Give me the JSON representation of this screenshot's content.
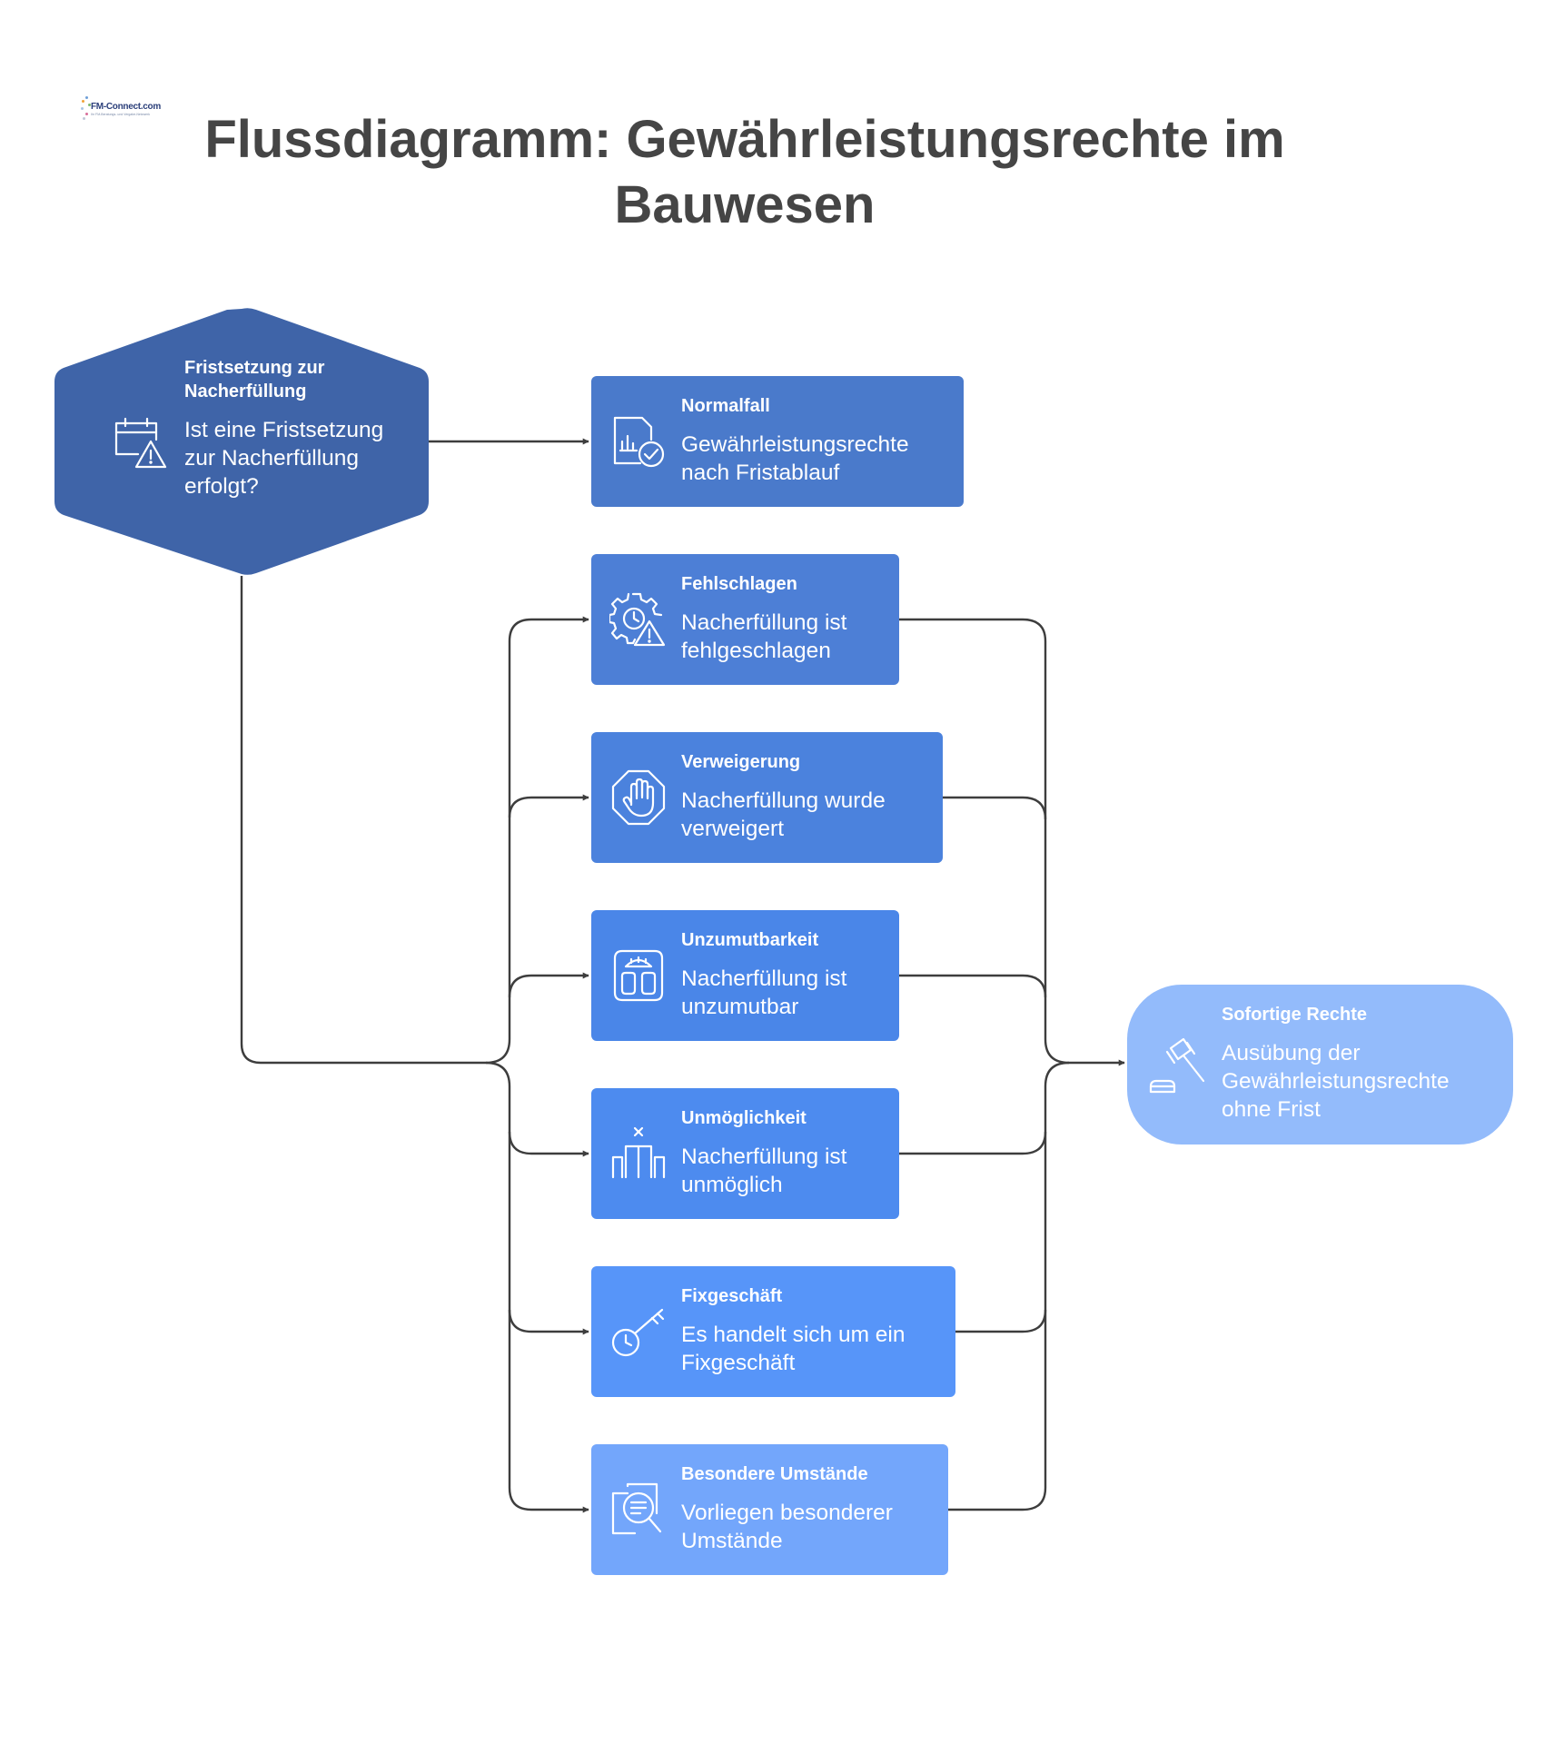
{
  "header": {
    "title": "Flussdiagramm: Gewährleistungsrechte im Bauwesen",
    "logo_brand": "FM-Connect.com",
    "logo_tagline": "Ihr FM-Beratungs- und Vergabe-Netzwerk"
  },
  "decision": {
    "title": "Fristsetzung zur Nacherfüllung",
    "text": "Ist eine Fristsetzung zur Nacherfüllung erfolgt?",
    "icon": "calendar-warning-icon"
  },
  "normal": {
    "title": "Normalfall",
    "text": "Gewährleistungsrechte nach Fristablauf",
    "icon": "document-chart-check-icon"
  },
  "cases": [
    {
      "title": "Fehlschlagen",
      "text": "Nacherfüllung ist fehlgeschlagen",
      "icon": "gear-warning-icon"
    },
    {
      "title": "Verweigerung",
      "text": "Nacherfüllung wurde verweigert",
      "icon": "stop-hand-icon"
    },
    {
      "title": "Unzumutbarkeit",
      "text": "Nacherfüllung ist unzumutbar",
      "icon": "scale-icon"
    },
    {
      "title": "Unmöglichkeit",
      "text": "Nacherfüllung ist unmöglich",
      "icon": "impossible-steps-icon"
    },
    {
      "title": "Fixgeschäft",
      "text": "Es handelt sich um ein Fixgeschäft",
      "icon": "clock-key-icon"
    },
    {
      "title": "Besondere Umstände",
      "text": "Vorliegen besonderer Umstände",
      "icon": "document-search-icon"
    }
  ],
  "result": {
    "title": "Sofortige Rechte",
    "text": "Ausübung der Gewährleistungsrechte ohne Frist",
    "icon": "gavel-icon"
  },
  "colors": {
    "title_text": "#454545",
    "connector": "#3d3d3d",
    "hexagon": "#3f64a8",
    "normal": "#4a7acb",
    "fehlschlagen": "#4d7fd6",
    "verweigerung": "#4b82dd",
    "unzumutbarkeit": "#4a86e8",
    "unmoeglichkeit": "#4d8bef",
    "fixgeschaeft": "#5795f9",
    "besondere": "#73a6fb",
    "result": "#93bbfb"
  }
}
